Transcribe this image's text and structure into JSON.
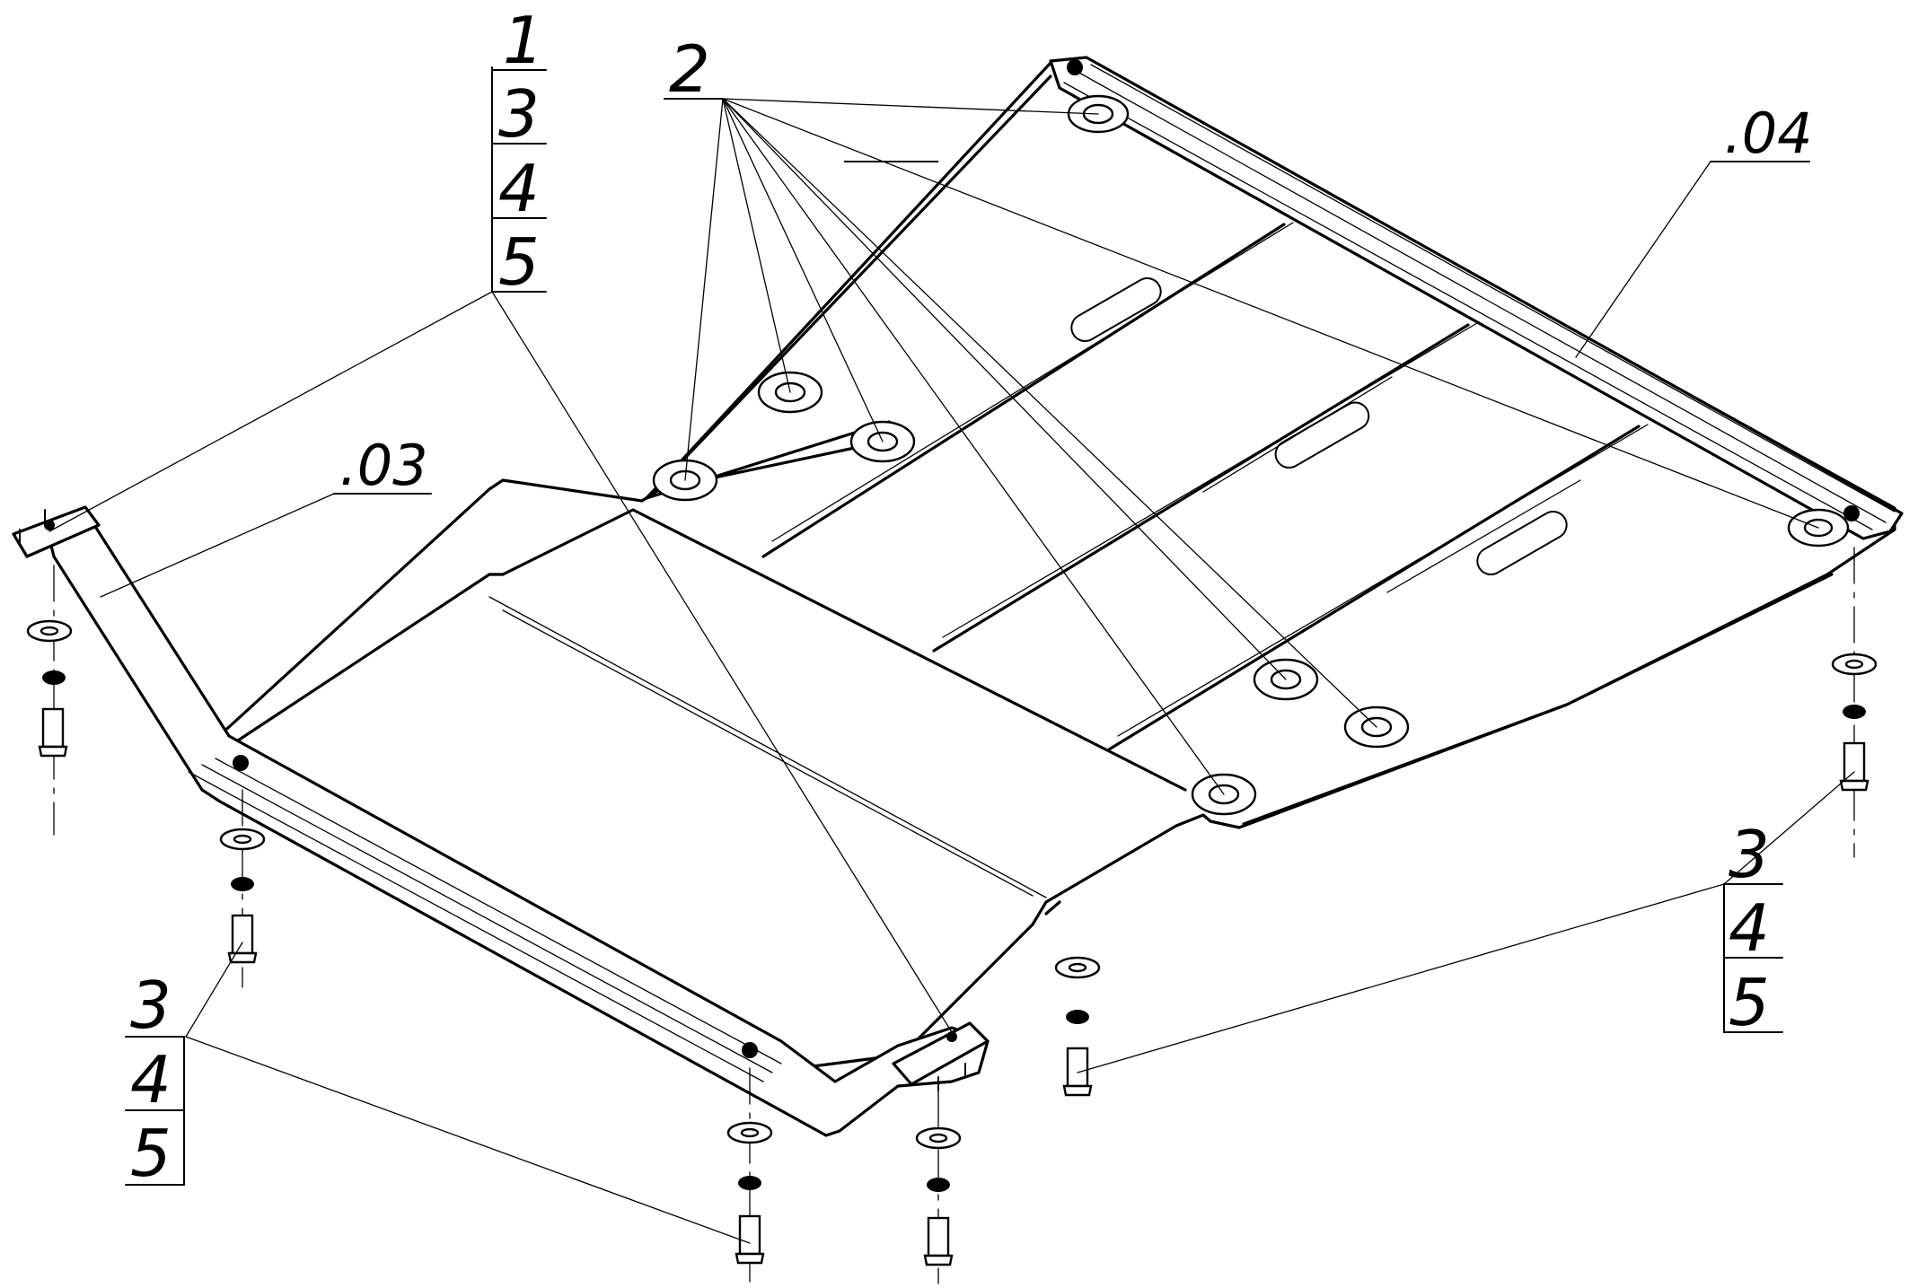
{
  "callouts": {
    "c1": "1",
    "c3_top": "3",
    "c4_top": "4",
    "c5_top": "5",
    "c2": "2",
    "c04": ".04",
    "c03": ".03",
    "c3_left": "3",
    "c4_left": "4",
    "c5_left": "5",
    "c3_right": "3",
    "c4_right": "4",
    "c5_right": "5"
  },
  "colors": {
    "ink": "#000000",
    "paper": "#ffffff"
  }
}
